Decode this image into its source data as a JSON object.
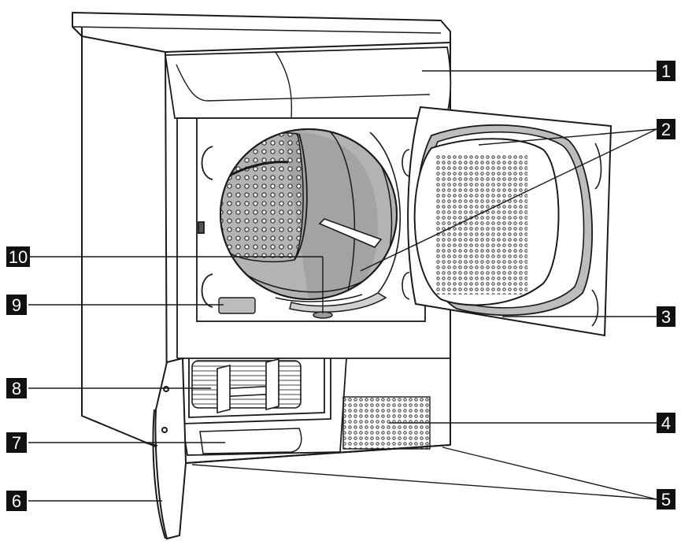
{
  "diagram": {
    "subject": "tumble-dryer-front-view",
    "callouts": [
      {
        "number": "1",
        "side": "right"
      },
      {
        "number": "2",
        "side": "right"
      },
      {
        "number": "3",
        "side": "right"
      },
      {
        "number": "4",
        "side": "right"
      },
      {
        "number": "5",
        "side": "right"
      },
      {
        "number": "6",
        "side": "left"
      },
      {
        "number": "7",
        "side": "left"
      },
      {
        "number": "8",
        "side": "left"
      },
      {
        "number": "9",
        "side": "left"
      },
      {
        "number": "10",
        "side": "left"
      }
    ]
  },
  "colors": {
    "outline": "#1a1a1a",
    "body": "#ffffff",
    "drum_dark": "#9a9a9a",
    "drum_mid": "#b3b3b3",
    "gasket": "#bdbdbd",
    "label_bg": "#111111",
    "label_text": "#ffffff"
  }
}
